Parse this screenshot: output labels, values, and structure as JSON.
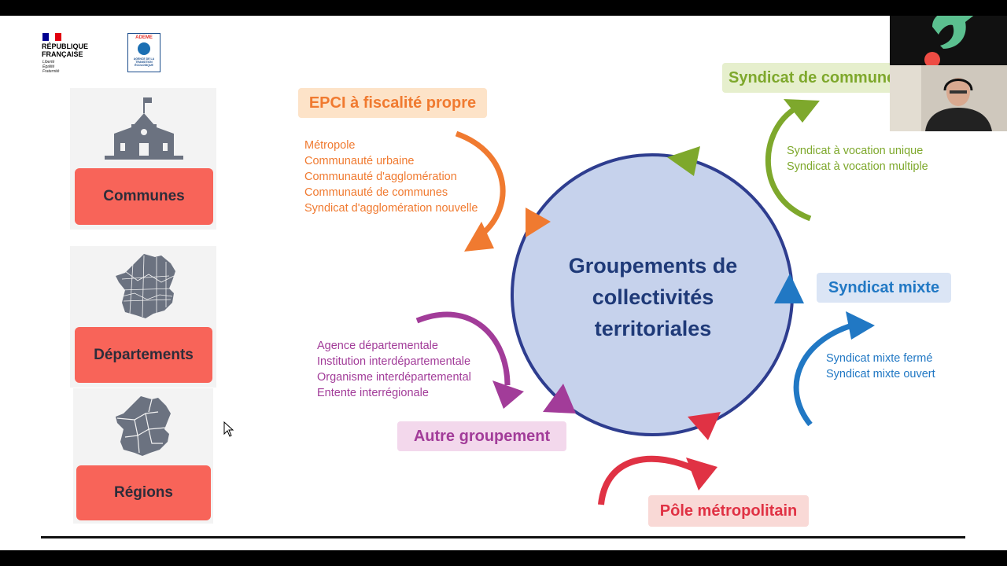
{
  "header": {
    "rf_name": "RÉPUBLIQUE\nFRANÇAISE",
    "rf_motto": "Liberté\nÉgalité\nFraternité",
    "ademe_name": "ADEME",
    "ademe_subtitle": "AGENCE DE LA TRANSITION ÉCOLOGIQUE"
  },
  "sidebar": {
    "cards": [
      {
        "label": "Communes",
        "icon": "town-hall-icon"
      },
      {
        "label": "Départements",
        "icon": "france-departements-map-icon"
      },
      {
        "label": "Régions",
        "icon": "france-regions-map-icon"
      }
    ]
  },
  "diagram": {
    "hub": "Groupements de collectivités territoriales",
    "groups": [
      {
        "id": "epci",
        "title": "EPCI à fiscalité propre",
        "color": "#f07a30",
        "bg": "#fde3c8",
        "items": [
          "Métropole",
          "Communauté urbaine",
          "Communauté d'agglomération",
          "Communauté de communes",
          "Syndicat d'agglomération nouvelle"
        ]
      },
      {
        "id": "syndicat-communes",
        "title": "Syndicat de communes",
        "color": "#7ea82c",
        "bg": "#e6efcd",
        "items": [
          "Syndicat à vocation unique",
          "Syndicat à vocation multiple"
        ]
      },
      {
        "id": "syndicat-mixte",
        "title": "Syndicat mixte",
        "color": "#2178c4",
        "bg": "#dbe5f5",
        "items": [
          "Syndicat mixte fermé",
          "Syndicat mixte ouvert"
        ]
      },
      {
        "id": "pole-metropolitain",
        "title": "Pôle métropolitain",
        "color": "#e03244",
        "bg": "#f9d9d6",
        "items": []
      },
      {
        "id": "autre",
        "title": "Autre groupement",
        "color": "#a23c99",
        "bg": "#f3d8ec",
        "items": [
          "Agence départementale",
          "Institution interdépartementale",
          "Organisme interdépartemental",
          "Entente interrégionale"
        ]
      }
    ]
  },
  "colors": {
    "card_button": "#f86459",
    "hub_fill": "#c6d2ec",
    "hub_stroke": "#2e3d8f",
    "hub_text": "#1f3a78"
  }
}
